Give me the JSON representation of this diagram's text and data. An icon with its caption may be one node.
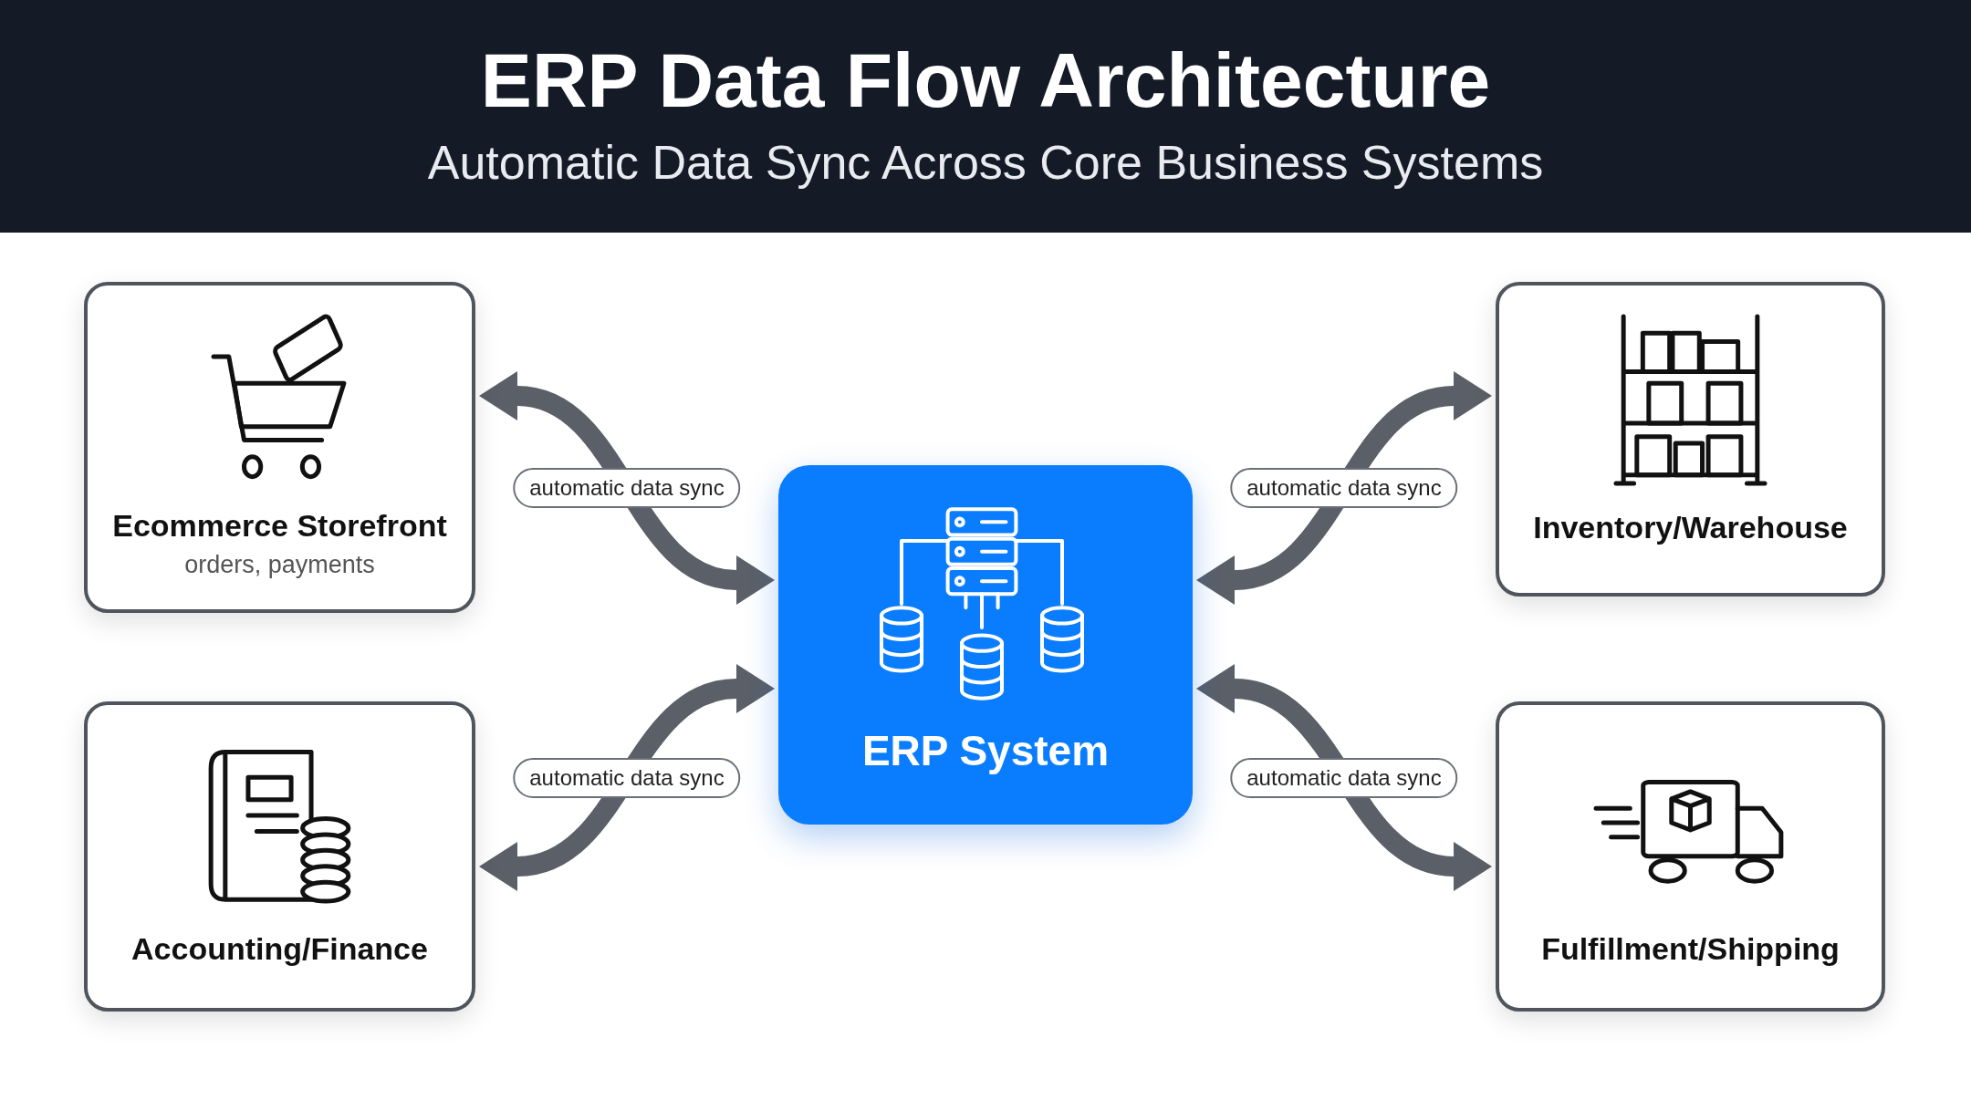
{
  "diagram": {
    "title": "ERP Data Flow Architecture",
    "caption": "Automatic Data Sync Across Core Business Systems",
    "nodes": [
      {
        "text": [
          "Ecommerce Storefront",
          "orders, payments"
        ]
      },
      {
        "text": [
          "Inventory/Warehouse"
        ]
      },
      {
        "text": [
          "ERP System"
        ]
      },
      {
        "text": [
          "Accounting/Finance"
        ]
      },
      {
        "text": [
          "Fulfillment/Shipping"
        ]
      }
    ],
    "edges": [
      {
        "from": 0,
        "to": 2,
        "arrow": "both",
        "label": "automatic data sync"
      },
      {
        "from": 1,
        "to": 2,
        "arrow": "both",
        "label": "automatic data sync"
      },
      {
        "from": 3,
        "to": 2,
        "arrow": "both",
        "label": "automatic data sync"
      },
      {
        "from": 4,
        "to": 2,
        "arrow": "both",
        "label": "automatic data sync"
      }
    ]
  }
}
